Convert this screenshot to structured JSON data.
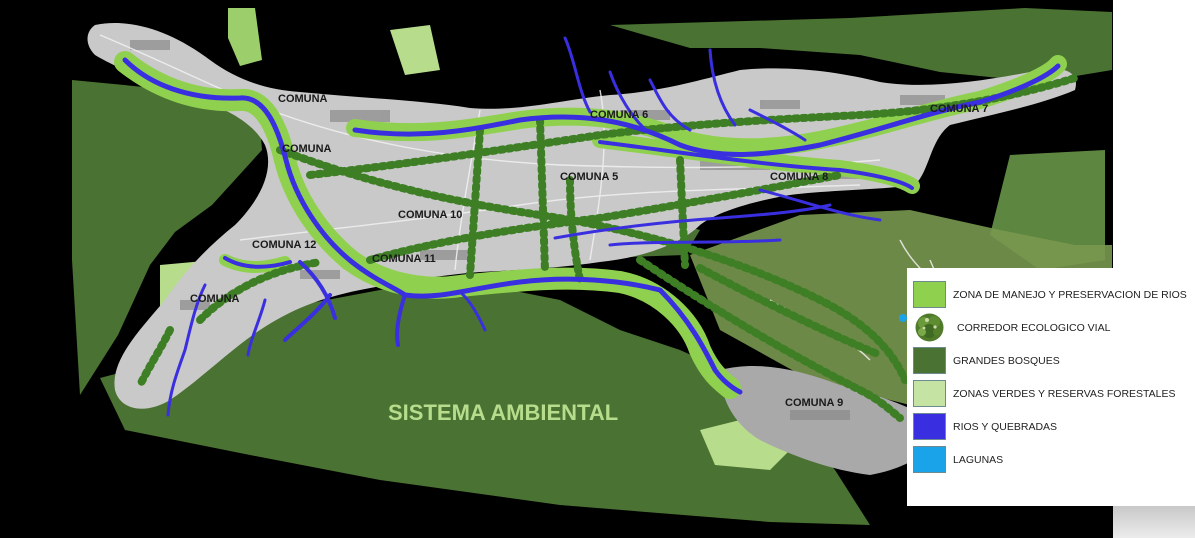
{
  "map": {
    "colors": {
      "background": "#000000",
      "urban": "#c9c9c9",
      "urban_dark": "#8a8a8a",
      "forest": "#4a7232",
      "forest_light": "#6f9a47",
      "river_zone": "#8fd14f",
      "green_zone": "#b6dc8c",
      "river": "#3a2fe0",
      "corridor": "#3e7f25",
      "lagoon": "#1aa3e8"
    },
    "comuna_labels": [
      "COMUNA",
      "COMUNA 6",
      "COMUNA 7",
      "COMUNA",
      "COMUNA 5",
      "COMUNA 8",
      "COMUNA 10",
      "COMUNA 12",
      "COMUNA 11",
      "COMUNA",
      "COMUNA 9"
    ],
    "main_label": "SISTEMA AMBIENTAL"
  },
  "legend": {
    "items": [
      {
        "label": "ZONA DE MANEJO Y PRESERVACION DE RIOS",
        "color": "#8fd14f",
        "icon": "light-green-square"
      },
      {
        "label": "CORREDOR ECOLOGICO VIAL",
        "color": "#3e7f25",
        "icon": "tree-icon"
      },
      {
        "label": "GRANDES BOSQUES",
        "color": "#4a7232",
        "icon": "dark-green-square"
      },
      {
        "label": "ZONAS VERDES Y RESERVAS FORESTALES",
        "color": "#c5e3a3",
        "icon": "pale-green-square"
      },
      {
        "label": "RIOS Y QUEBRADAS",
        "color": "#3a2fe0",
        "icon": "blue-square"
      },
      {
        "label": "LAGUNAS",
        "color": "#1aa3e8",
        "icon": "cyan-square"
      }
    ]
  }
}
